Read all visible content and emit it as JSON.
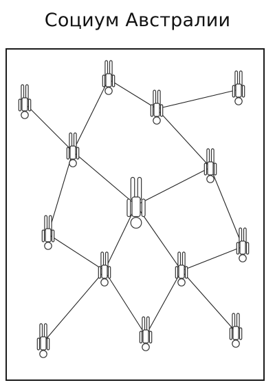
{
  "title": "Социум Австралии",
  "figures": [
    {
      "id": "p1",
      "size": "normal"
    },
    {
      "id": "p2",
      "size": "normal"
    },
    {
      "id": "p3",
      "size": "normal"
    },
    {
      "id": "p4",
      "size": "normal"
    },
    {
      "id": "p5",
      "size": "normal"
    },
    {
      "id": "p6",
      "size": "normal"
    },
    {
      "id": "p7",
      "size": "large"
    },
    {
      "id": "p8",
      "size": "normal"
    },
    {
      "id": "p9",
      "size": "normal"
    },
    {
      "id": "p10",
      "size": "normal"
    },
    {
      "id": "p11",
      "size": "normal"
    },
    {
      "id": "p12",
      "size": "normal"
    },
    {
      "id": "p13",
      "size": "normal"
    },
    {
      "id": "p14",
      "size": "normal"
    },
    {
      "id": "p15",
      "size": "normal"
    }
  ],
  "connections": [
    [
      "p1",
      "p6"
    ],
    [
      "p6",
      "p7"
    ],
    [
      "p6",
      "p2"
    ],
    [
      "p6",
      "p9"
    ],
    [
      "p2",
      "p3"
    ],
    [
      "p3",
      "p4"
    ],
    [
      "p3",
      "p5"
    ],
    [
      "p5",
      "p7"
    ],
    [
      "p5",
      "p11"
    ],
    [
      "p9",
      "p10"
    ],
    [
      "p10",
      "p13"
    ],
    [
      "p10",
      "p14"
    ],
    [
      "p7",
      "p10"
    ],
    [
      "p7",
      "p12"
    ],
    [
      "p12",
      "p14"
    ],
    [
      "p12",
      "p11"
    ],
    [
      "p12",
      "p15"
    ]
  ]
}
